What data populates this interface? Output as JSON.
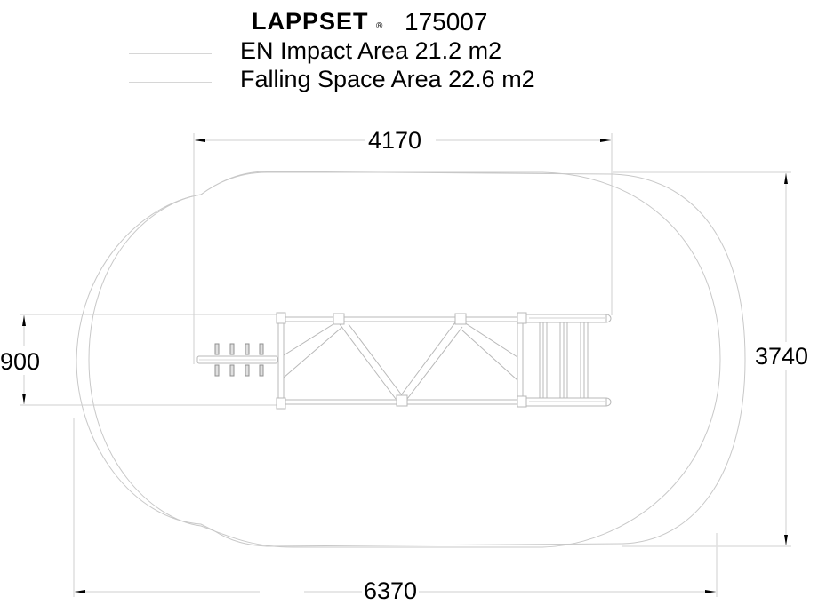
{
  "header": {
    "brand": "LAPPSET",
    "brand_mark": "®",
    "product_code": "175007"
  },
  "legend": [
    {
      "label": "EN Impact Area 21.2 m2",
      "line_color": "#d6d6d6"
    },
    {
      "label": "Falling Space Area 22.6 m2",
      "line_color": "#d6d6d6"
    }
  ],
  "dimensions": {
    "top_width": "4170",
    "overall_width": "6370",
    "overall_depth": "3740",
    "equipment_depth": "900"
  },
  "colors": {
    "line": "#c8c8c8",
    "dim_line": "#cfcfcf",
    "text": "#000000",
    "background": "#ffffff"
  },
  "components": {
    "beam_with_grips": "horizontal bar with handles",
    "truss": "triangulated steel truss",
    "ladder": "ladder section"
  }
}
